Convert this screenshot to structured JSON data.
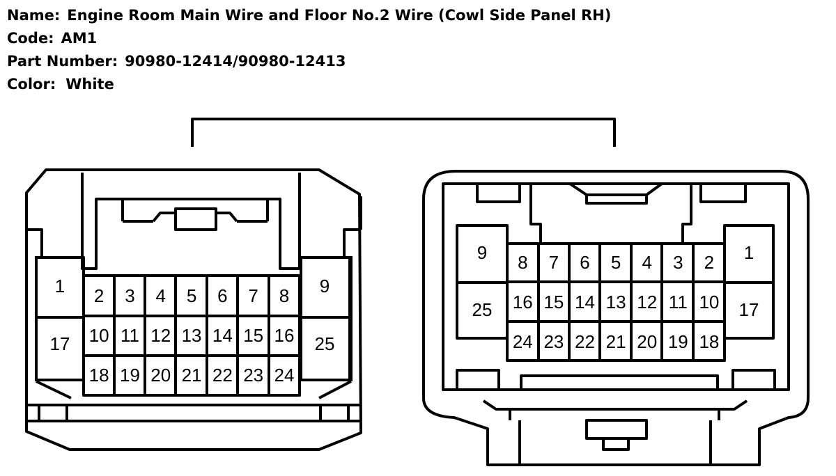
{
  "header": {
    "name_label": "Name:",
    "name_value": "Engine Room Main Wire and Floor No.2 Wire (Cowl Side Panel RH)",
    "code_label": "Code:",
    "code_value": "AM1",
    "part_label": "Part Number:",
    "part_value": "90980-12414/90980-12413",
    "color_label": "Color:",
    "color_value": "White"
  },
  "left_connector": {
    "side_pins": [
      "1",
      "17",
      "9",
      "25"
    ],
    "row1": [
      "2",
      "3",
      "4",
      "5",
      "6",
      "7",
      "8"
    ],
    "row2": [
      "10",
      "11",
      "12",
      "13",
      "14",
      "15",
      "16"
    ],
    "row3": [
      "18",
      "19",
      "20",
      "21",
      "22",
      "23",
      "24"
    ]
  },
  "right_connector": {
    "side_pins": [
      "9",
      "25",
      "1",
      "17"
    ],
    "row1": [
      "8",
      "7",
      "6",
      "5",
      "4",
      "3",
      "2"
    ],
    "row2": [
      "16",
      "15",
      "14",
      "13",
      "12",
      "11",
      "10"
    ],
    "row3": [
      "24",
      "23",
      "22",
      "21",
      "20",
      "19",
      "18"
    ]
  }
}
